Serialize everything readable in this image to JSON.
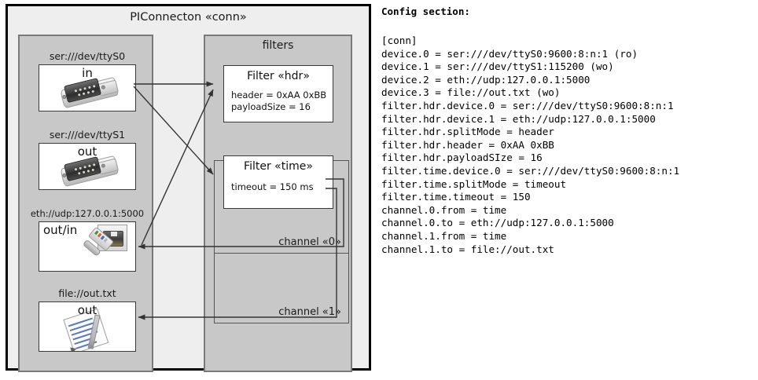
{
  "diagram": {
    "outer": {
      "title": "PIConnecton «conn»"
    },
    "devices_group": {
      "title": "",
      "items": [
        {
          "label": "ser:///dev/ttyS0",
          "caption": "in",
          "icon": "serial-db9-icon"
        },
        {
          "label": "ser:///dev/ttyS1",
          "caption": "out",
          "icon": "serial-db9-icon"
        },
        {
          "label": "eth://udp:127.0.0.1:5000",
          "caption": "out/in",
          "icon": "ethernet-jack-icon"
        },
        {
          "label": "file://out.txt",
          "caption": "out",
          "icon": "text-document-icon"
        }
      ]
    },
    "filters_group": {
      "title": "filters",
      "filters": [
        {
          "title": "Filter «hdr»",
          "props": [
            "header = 0xAA 0xBB",
            "payloadSize = 16"
          ]
        },
        {
          "title": "Filter «time»",
          "props": [
            "timeout = 150 ms"
          ]
        }
      ]
    },
    "channels": [
      {
        "label": "channel «0»"
      },
      {
        "label": "channel «1»"
      }
    ]
  },
  "config": {
    "heading": "Config section:",
    "lines": [
      "[conn]",
      "device.0 = ser:///dev/ttyS0:9600:8:n:1 (ro)",
      "device.1 = ser:///dev/ttyS1:115200 (wo)",
      "device.2 = eth://udp:127.0.0.1:5000",
      "device.3 = file://out.txt (wo)",
      "filter.hdr.device.0 = ser:///dev/ttyS0:9600:8:n:1",
      "filter.hdr.device.1 = eth://udp:127.0.0.1:5000",
      "filter.hdr.splitMode = header",
      "filter.hdr.header = 0xAA 0xBB",
      "filter.hdr.payloadSIze = 16",
      "filter.time.device.0 = ser:///dev/ttyS0:9600:8:n:1",
      "filter.time.splitMode = timeout",
      "filter.time.timeout = 150",
      "channel.0.from = time",
      "channel.0.to = eth://udp:127.0.0.1:5000",
      "channel.1.from = time",
      "channel.1.to = file://out.txt"
    ]
  },
  "colors": {
    "page_background": "#ffffff",
    "outer_fill": "#eeeeee",
    "outer_stroke": "#000000",
    "group_fill": "#c8c8c8",
    "group_stroke": "#7a7a7a",
    "card_fill": "#ffffff",
    "card_stroke": "#3a3a3a",
    "wire_stroke": "#333333",
    "text": "#1a1a1a"
  }
}
